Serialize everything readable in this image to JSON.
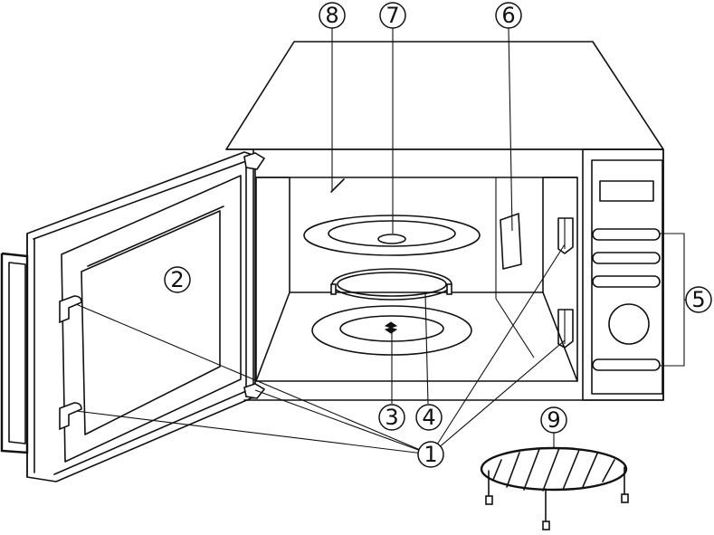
{
  "callouts": [
    {
      "id": "1",
      "label": "①"
    },
    {
      "id": "2",
      "label": "②"
    },
    {
      "id": "3",
      "label": "③"
    },
    {
      "id": "4",
      "label": "④"
    },
    {
      "id": "5",
      "label": "⑤"
    },
    {
      "id": "6",
      "label": "⑥"
    },
    {
      "id": "7",
      "label": "⑦"
    },
    {
      "id": "8",
      "label": "⑧"
    },
    {
      "id": "9",
      "label": "⑨"
    }
  ]
}
